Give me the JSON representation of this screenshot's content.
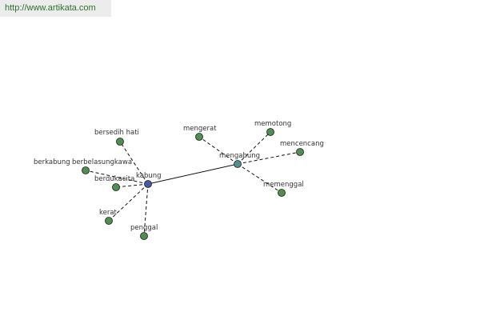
{
  "url_link": {
    "text": "http://www.artikata.com"
  },
  "colors": {
    "hub_primary": "#4a5aa0",
    "hub_secondary": "#4f8f8f",
    "leaf": "#4f8f4f",
    "edge": "#111111",
    "url_text": "#2f6f2f"
  },
  "diagram": {
    "nodes": [
      {
        "id": "kabung",
        "label": "kabung",
        "kind": "hub_primary"
      },
      {
        "id": "mengabung",
        "label": "mengabung",
        "kind": "hub_secondary"
      },
      {
        "id": "bersedih",
        "label": "bersedih hati",
        "kind": "leaf"
      },
      {
        "id": "berkabung",
        "label": "berkabung",
        "kind": "leaf"
      },
      {
        "id": "berbelasungkawa",
        "label": "berbelasungkawa",
        "kind": "leaf"
      },
      {
        "id": "berdukacita",
        "label": "berdukacita",
        "kind": "leaf"
      },
      {
        "id": "kerat",
        "label": "kerat",
        "kind": "leaf"
      },
      {
        "id": "penggal",
        "label": "penggal",
        "kind": "leaf"
      },
      {
        "id": "mengerat",
        "label": "mengerat",
        "kind": "leaf"
      },
      {
        "id": "memotong",
        "label": "memotong",
        "kind": "leaf"
      },
      {
        "id": "mencencang",
        "label": "mencencang",
        "kind": "leaf"
      },
      {
        "id": "memenggal",
        "label": "memenggal",
        "kind": "leaf"
      }
    ],
    "edges": [
      {
        "from": "kabung",
        "to": "mengabung",
        "style": "solid"
      },
      {
        "from": "kabung",
        "to": "bersedih",
        "style": "dashed"
      },
      {
        "from": "kabung",
        "to": "berkabung",
        "style": "dashed"
      },
      {
        "from": "kabung",
        "to": "berdukacita",
        "style": "dashed"
      },
      {
        "from": "kabung",
        "to": "kerat",
        "style": "dashed"
      },
      {
        "from": "kabung",
        "to": "penggal",
        "style": "dashed"
      },
      {
        "from": "mengabung",
        "to": "mengerat",
        "style": "dashed"
      },
      {
        "from": "mengabung",
        "to": "memotong",
        "style": "dashed"
      },
      {
        "from": "mengabung",
        "to": "mencencang",
        "style": "dashed"
      },
      {
        "from": "mengabung",
        "to": "memenggal",
        "style": "dashed"
      }
    ]
  }
}
